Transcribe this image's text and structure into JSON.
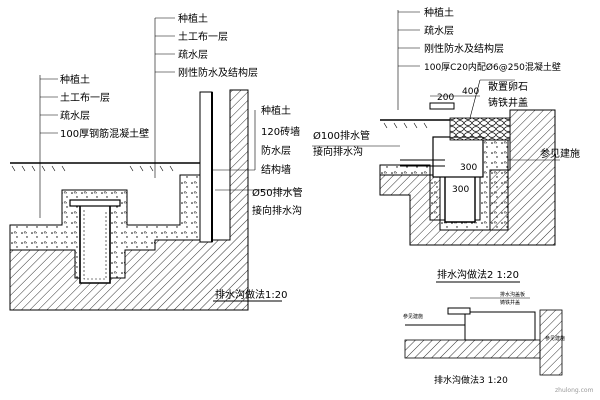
{
  "left_detail": {
    "upper_labels": [
      "种植土",
      "土工布一层",
      "疏水层",
      "刚性防水及结构层"
    ],
    "lower_labels": [
      "种植土",
      "土工布一层",
      "疏水层",
      "100厚钢筋混凝土壁"
    ],
    "wall_labels": [
      "种植土",
      "120砖墙",
      "防水层",
      "结构墙"
    ],
    "pipe_labels": [
      "Ø50排水管",
      "接向排水沟"
    ],
    "title": "排水沟做法1:20"
  },
  "right_detail": {
    "top_labels": [
      "种植土",
      "疏水层",
      "刚性防水及结构层",
      "100厚C20内配Ø6@250混凝土壁"
    ],
    "stone_labels": [
      "散置卵石",
      "铸铁井盖"
    ],
    "pipe_labels": [
      "Ø100排水管",
      "接向排水沟"
    ],
    "ref_label": "参见建施",
    "dims": [
      "400",
      "200",
      "300",
      "300"
    ],
    "title": "排水沟做法2 1:20"
  },
  "small_detail": {
    "labels": [
      "排水沟盖板",
      "铸铁井盖",
      "参见建施",
      "参见建施"
    ],
    "title": "排水沟做法3 1:20"
  },
  "watermark": "zhulong.com"
}
